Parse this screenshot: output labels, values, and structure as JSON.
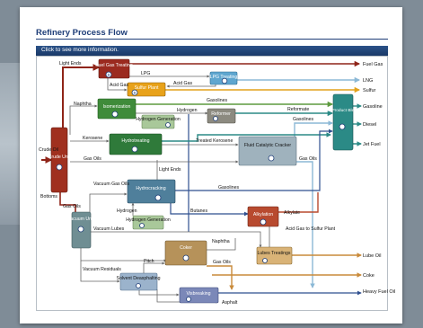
{
  "page": {
    "title": "Refinery Process Flow",
    "info_text": "Click to see more information."
  },
  "units": {
    "fuel_gas_treating": "Fuel Gas Treating",
    "sulfur_plant": "Sulfur Plant",
    "lpg_treating": "LPG Treating",
    "isomerization": "Isomerization",
    "hydrogen_generation_1": "Hydrogen Generation",
    "reformer": "Reformer",
    "hydrotreating": "Hydrotreating",
    "fluid_catalytic_cracker": "Fluid Catalytic Cracker",
    "crude_unit": "Crude Unit",
    "hydrocracking": "Hydrocracking",
    "hydrogen_generation_2": "Hydrogen Generation",
    "alkylation": "Alkylation",
    "vacuum_unit": "Vacuum Unit",
    "coker": "Coker",
    "lubes_treatings": "Lubes Treatings",
    "solvent_deasphalting": "Solvent Deasphalting",
    "visbreaking": "Visbreaking",
    "gas_product_blending": "Gas/ Product Blending"
  },
  "streams": {
    "light_ends": "Light Ends",
    "lpg": "LPG",
    "acid_gas_1": "Acid Gas",
    "acid_gas_2": "Acid Gas",
    "naphtha": "Naphtha",
    "gasolines_1": "Gasolines",
    "hydrogen_1": "Hydrogen",
    "reformate": "Reformate",
    "gasolines_2": "Gasolines",
    "kerosene": "Kerosene",
    "treated_kerosene": "Treated Kerosene",
    "crude_oil": "Crude Oil",
    "gas_oils_1": "Gas Oils",
    "gas_oils_2": "Gas Oils",
    "light_ends_2": "Light Ends",
    "bottoms": "Bottoms",
    "vacuum_gas_oils": "Vacuum Gas Oils",
    "gasolines_3": "Gasolines",
    "hydrogen_2": "Hydrogen",
    "butanes": "Butanes",
    "alkylate": "Alkylate",
    "gas_oils_3": "Gas Oils",
    "vacuum_lubes": "Vacuum Lubes",
    "acid_gas_to_sulfur": "Acid Gas to Sulfur Plant",
    "naphtha_2": "Naphtha",
    "pitch": "Pitch",
    "gas_oils_4": "Gas Oils",
    "vacuum_residuals": "Vacuum Residuals",
    "asphalt": "Asphalt"
  },
  "outputs": {
    "fuel_gas": "Fuel Gas",
    "lng": "LNG",
    "sulfur": "Sulfur",
    "gasoline": "Gasoline",
    "diesel": "Diesel",
    "jet_fuel": "Jet Fuel",
    "lube_oil": "Lube Oil",
    "coke": "Coke",
    "heavy_fuel_oil": "Heavy Fuel Oil"
  },
  "colors": {
    "brand_blue": "#1f3e78",
    "crude_red": "#a0301f",
    "treating_red": "#9b2a1f",
    "sulfur_orange": "#e8a21a",
    "lpg_blue": "#5fa6cf",
    "iso_green": "#3f8b3a",
    "hydrogen_sage": "#a9c89a",
    "reformer_gray": "#8c8a80",
    "hydrotreating_green": "#2f7a3a",
    "fcc_gray": "#9fb2bd",
    "hydrocracking_blue": "#4f7f9b",
    "alkylation_red": "#b84a2f",
    "vacuum_teal": "#6f8e93",
    "coker_tan": "#b6925a",
    "lubes_tan": "#d9b377",
    "solvent_blue": "#9bb3cc",
    "visbreaking_blue": "#7b88b8",
    "blending_teal": "#2b8a86"
  }
}
